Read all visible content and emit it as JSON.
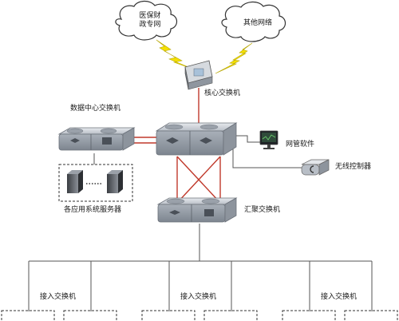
{
  "clouds": {
    "medical_finance": {
      "line1": "医保财",
      "line2": "政专网"
    },
    "other_network": {
      "line1": "其他网络"
    }
  },
  "labels": {
    "core_switch": "核心交换机",
    "datacenter_switch": "数据中心交换机",
    "app_servers": "各应用系统服务器",
    "nms_software": "网管软件",
    "wireless_controller": "无线控制器",
    "aggregation_switch": "汇聚交换机",
    "access_switch_1": "接入交换机",
    "access_switch_2": "接入交换机",
    "access_switch_3": "接入交换机"
  },
  "colors": {
    "link_red": "#c0392b",
    "link_gray": "#555555",
    "lightning": "#f5e000",
    "device_body": "#c7ccd2",
    "device_dark": "#7c838c"
  }
}
